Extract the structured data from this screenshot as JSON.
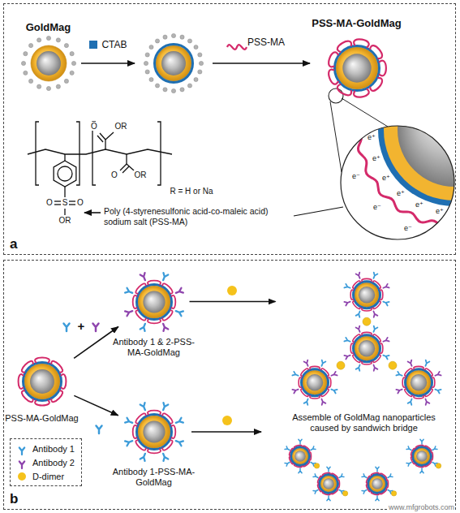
{
  "diagram": {
    "nodes": [
      {
        "text": [
          "a"
        ]
      },
      {
        "text": [
          "GoldMag"
        ],
        "in": 0
      },
      {
        "text": [
          "PSS-MA-GoldMag"
        ],
        "in": 0
      },
      {
        "text": [
          "b"
        ]
      },
      {
        "text": [
          "PSS-MA-GoldMag"
        ],
        "in": 3
      },
      {
        "text": [
          "Antibody 1 & 2-PSS-MA-GoldMag"
        ],
        "in": 3
      },
      {
        "text": [
          "Antibody 1-PSS-MA-GoldMag"
        ],
        "in": 3
      },
      {
        "text": [
          "Assemble of GoldMag nanoparticles caused by sandwich bridge"
        ],
        "in": 3
      }
    ],
    "edges": [
      {
        "from": 4,
        "to": 5,
        "arrow": "to"
      },
      {
        "from": 4,
        "to": 6,
        "arrow": "to"
      },
      {
        "from": 5,
        "to": 7,
        "arrow": "to"
      }
    ],
    "labels": [
      "CTAB",
      "PSS-MA",
      "O",
      "OR",
      "O",
      "OR",
      "O",
      "S",
      "O",
      "OR",
      "R = H or Na",
      "Poly (4-styrenesulfonic acid-co-maleic acid) sodium salt (PSS-MA)",
      "e⁺",
      "e⁺",
      "e⁺",
      "e⁺",
      "e⁺",
      "e⁺",
      "e⁻",
      "e⁻",
      "e⁻",
      "+",
      "www.mfgrobots.com"
    ],
    "legend": [
      {
        "text": "Antibody 1"
      },
      {
        "text": "Antibody 2"
      },
      {
        "text": "D-dimer"
      }
    ]
  }
}
